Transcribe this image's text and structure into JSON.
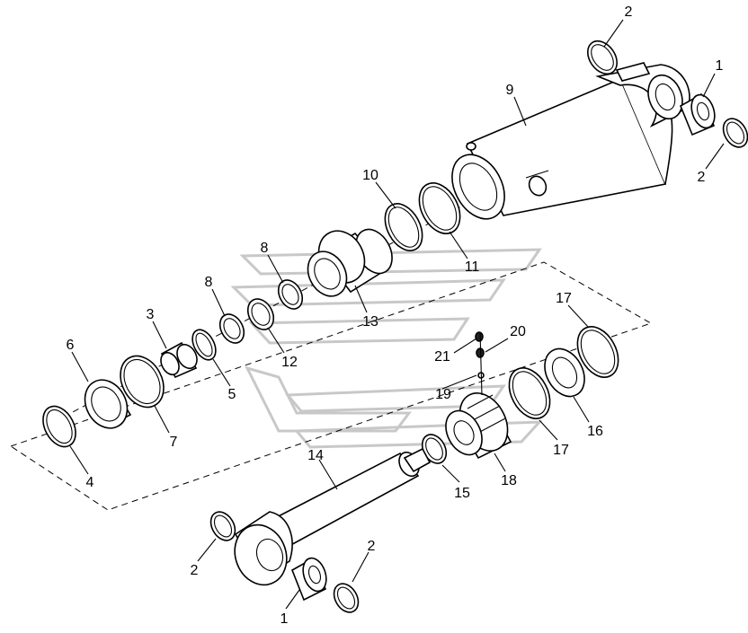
{
  "diagram": {
    "callouts": [
      {
        "id": "c2a",
        "label": "2"
      },
      {
        "id": "c1a",
        "label": "1"
      },
      {
        "id": "c9",
        "label": "9"
      },
      {
        "id": "c2b",
        "label": "2"
      },
      {
        "id": "c10",
        "label": "10"
      },
      {
        "id": "c11",
        "label": "11"
      },
      {
        "id": "c8a",
        "label": "8"
      },
      {
        "id": "c13",
        "label": "13"
      },
      {
        "id": "c8b",
        "label": "8"
      },
      {
        "id": "c12",
        "label": "12"
      },
      {
        "id": "c3",
        "label": "3"
      },
      {
        "id": "c6",
        "label": "6"
      },
      {
        "id": "c5",
        "label": "5"
      },
      {
        "id": "c7",
        "label": "7"
      },
      {
        "id": "c4",
        "label": "4"
      },
      {
        "id": "c17a",
        "label": "17"
      },
      {
        "id": "c20",
        "label": "20"
      },
      {
        "id": "c21",
        "label": "21"
      },
      {
        "id": "c19",
        "label": "19"
      },
      {
        "id": "c16",
        "label": "16"
      },
      {
        "id": "c17b",
        "label": "17"
      },
      {
        "id": "c18",
        "label": "18"
      },
      {
        "id": "c15",
        "label": "15"
      },
      {
        "id": "c14",
        "label": "14"
      },
      {
        "id": "c2c",
        "label": "2"
      },
      {
        "id": "c2d",
        "label": "2"
      },
      {
        "id": "c1b",
        "label": "1"
      }
    ]
  }
}
